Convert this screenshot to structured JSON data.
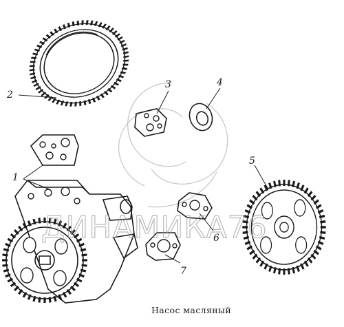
{
  "caption": "Насос масляный",
  "watermark": "ДИНАМИКА76",
  "callouts": [
    {
      "num": "1",
      "part": "gasket-pump"
    },
    {
      "num": "2",
      "part": "gear-ring"
    },
    {
      "num": "3",
      "part": "gasket-small"
    },
    {
      "num": "4",
      "part": "washer"
    },
    {
      "num": "5",
      "part": "drive-gear"
    },
    {
      "num": "6",
      "part": "gasket-flange"
    },
    {
      "num": "7",
      "part": "gasket-outlet"
    }
  ]
}
